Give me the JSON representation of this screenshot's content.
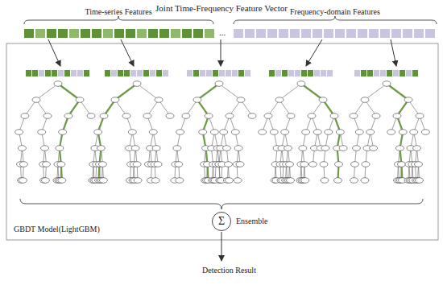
{
  "diagram": {
    "title": "Joint Time-Frequency Feature Vector",
    "nodes": [
      {
        "text": [
          "GBDT Model(LightGBM)"
        ]
      },
      {
        "text": [
          "Σ"
        ],
        "in": 0
      }
    ],
    "labels": [
      "Time-series Features",
      "Frequency-domain Features",
      "...",
      "Ensemble",
      "Detection Result"
    ]
  }
}
